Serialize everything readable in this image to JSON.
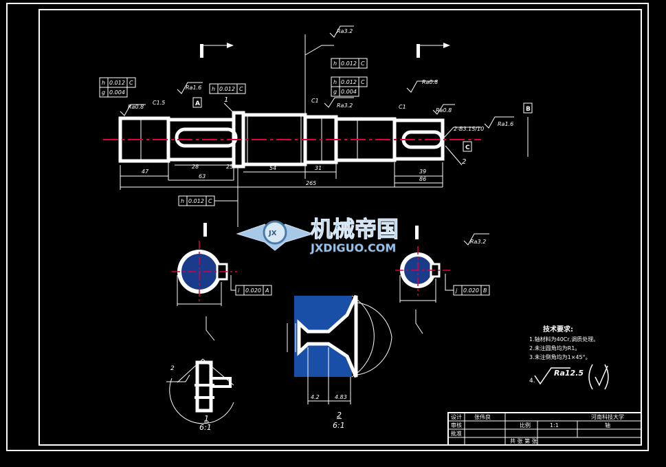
{
  "gdt": {
    "top_right_a": {
      "sym": "h",
      "tol": "0.012",
      "datum": "C"
    },
    "top_right_b": {
      "sym": "g",
      "tol": "0.004"
    },
    "top_left_a": {
      "sym": "h",
      "tol": "0.012",
      "datum": "C"
    },
    "top_left_b": {
      "sym": "g",
      "tol": "0.004"
    },
    "top_center": {
      "sym": "h",
      "tol": "0.012",
      "datum": "C"
    },
    "top_mid": {
      "sym": "h",
      "tol": "0.012",
      "datum": "C"
    },
    "mid_left": {
      "sym": "h",
      "tol": "0.012",
      "datum": "C"
    },
    "section_a": {
      "sym": "i",
      "tol": "0.020",
      "datum": "A"
    },
    "section_b": {
      "sym": "j",
      "tol": "0.020",
      "datum": "B"
    }
  },
  "datums": {
    "a": "A",
    "b": "B",
    "c": "C"
  },
  "roughness": {
    "r1": "Ra0.8",
    "r2": "Ra1.6",
    "r3": "Ra3.2",
    "r4": "Ra0.8",
    "r5": "Ra0.8",
    "r6": "Ra3.2",
    "r7": "Ra1.6"
  },
  "dims": {
    "d47": "47",
    "d63": "63",
    "d54": "54",
    "d31": "31",
    "d39": "39",
    "d86": "86",
    "d28": "28",
    "d25": "25",
    "total": "265",
    "c15": "C1.5",
    "c1": "C1",
    "thread_note": "2-B3.15/10",
    "detail2_w1": "4.2",
    "detail2_w2": "4.83"
  },
  "view_labels": {
    "detail1_num": "1",
    "detail1_scale": "6:1",
    "detail2_num": "2",
    "detail2_scale": "6:1",
    "callout1": "1",
    "callout2": "2"
  },
  "watermark": {
    "cn": "机械帝国",
    "en": "JXDIGUO.COM",
    "emblem": "JX"
  },
  "tech": {
    "title": "技术要求:",
    "items": [
      "1.轴材料为40Cr,调质处理。",
      "2.未注圆角均为R1。",
      "3.未注倒角均为1×45°。"
    ],
    "roughness_num": "4.",
    "roughness_val": "Ra12.5"
  },
  "title_block": {
    "design_label": "设计",
    "designer": "张伟良",
    "school": "河南科技大学",
    "scale_label": "比例",
    "scale_value": "1:1",
    "part_name": "轴",
    "check_label": "审核",
    "approve_label": "批准",
    "sheet_info": "共 张 第 张"
  }
}
